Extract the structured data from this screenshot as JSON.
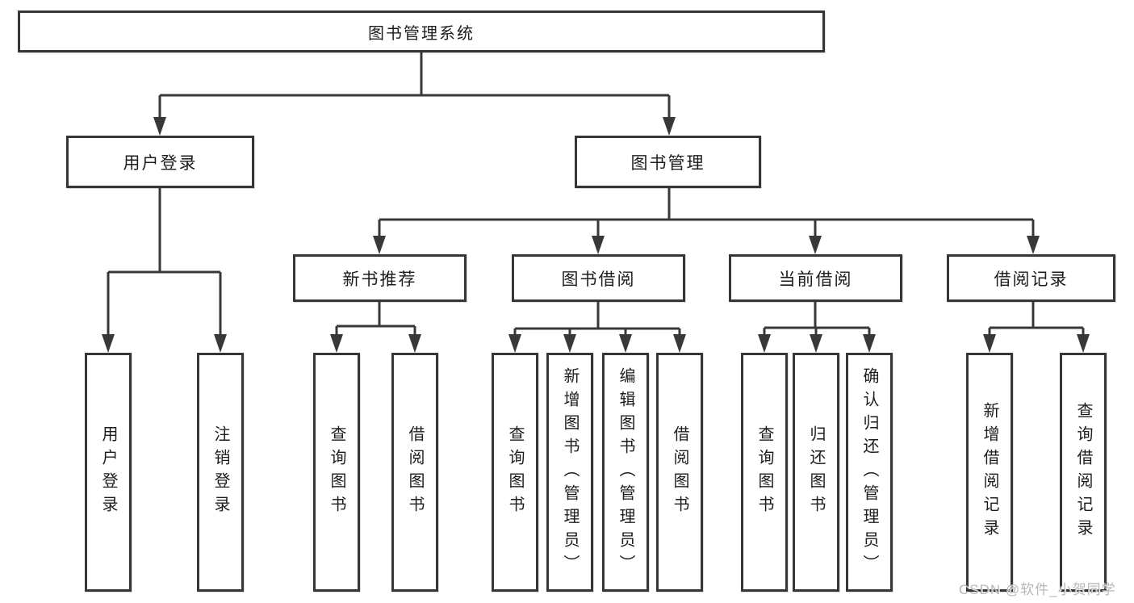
{
  "diagram": {
    "root": {
      "label": "图书管理系统"
    },
    "level2": [
      {
        "label": "用户登录"
      },
      {
        "label": "图书管理"
      }
    ],
    "level3": [
      {
        "label": "新书推荐"
      },
      {
        "label": "图书借阅"
      },
      {
        "label": "当前借阅"
      },
      {
        "label": "借阅记录"
      }
    ],
    "leaves": [
      {
        "label": "用户登录"
      },
      {
        "label": "注销登录"
      },
      {
        "label": "查询图书"
      },
      {
        "label": "借阅图书"
      },
      {
        "label": "查询图书"
      },
      {
        "label": "新增图书（管理员）"
      },
      {
        "label": "编辑图书（管理员）"
      },
      {
        "label": "借阅图书"
      },
      {
        "label": "查询图书"
      },
      {
        "label": "归还图书"
      },
      {
        "label": "确认归还（管理员）"
      },
      {
        "label": "新增借阅记录"
      },
      {
        "label": "查询借阅记录"
      }
    ],
    "watermark": "CSDN @软件_小贺同学",
    "colors": {
      "line": "#383838",
      "text": "#1d1d1f",
      "background": "#ffffff",
      "watermark": "#b3b7bb"
    }
  }
}
